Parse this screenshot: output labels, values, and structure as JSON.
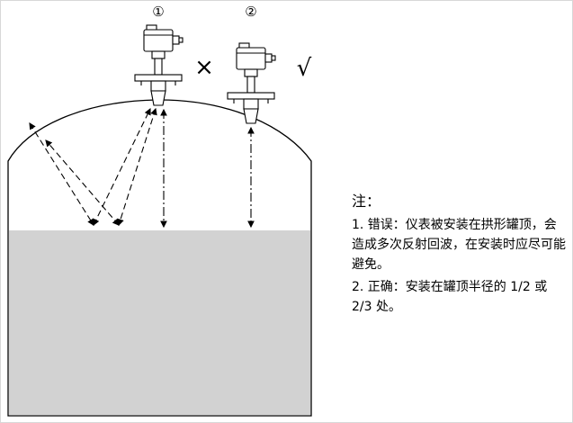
{
  "diagram": {
    "labels": {
      "sensor1": "①",
      "sensor2": "②",
      "wrong_mark": "×",
      "check_mark": "√"
    },
    "colors": {
      "line": "#000000",
      "liquid": "#d2d2d2",
      "background": "#ffffff"
    }
  },
  "note": {
    "title": "注：",
    "items": [
      "1. 错误：仪表被安装在拱形罐顶，会造成多次反射回波，在安装时应尽可能避免。",
      "2. 正确：安装在罐顶半径的 1/2 或 2/3 处。"
    ]
  }
}
